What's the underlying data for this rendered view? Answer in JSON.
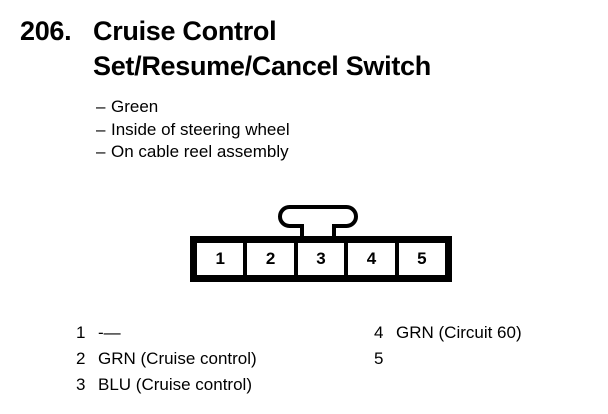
{
  "page": {
    "background_color": "#ffffff",
    "ink_color": "#000000"
  },
  "header": {
    "section_number": "206.",
    "title_line_1": "Cruise Control",
    "title_line_2": "Set/Resume/Cancel Switch"
  },
  "description": {
    "bullet_glyph": "–",
    "items": [
      {
        "text": "Green"
      },
      {
        "text": "Inside of steering wheel"
      },
      {
        "text": "On cable reel assembly"
      }
    ]
  },
  "connector": {
    "name": "5-way connector",
    "locking_tab": "t-shaped-locking-tab",
    "pins": [
      {
        "number": "1"
      },
      {
        "number": "2"
      },
      {
        "number": "3"
      },
      {
        "number": "4"
      },
      {
        "number": "5"
      }
    ]
  },
  "legend": {
    "left_column": [
      {
        "number": "1",
        "description": "-—"
      },
      {
        "number": "2",
        "description": "GRN (Cruise control)"
      },
      {
        "number": "3",
        "description": "BLU (Cruise control)"
      }
    ],
    "right_column": [
      {
        "number": "4",
        "description": "GRN (Circuit 60)"
      },
      {
        "number": "5",
        "description": ""
      }
    ]
  }
}
